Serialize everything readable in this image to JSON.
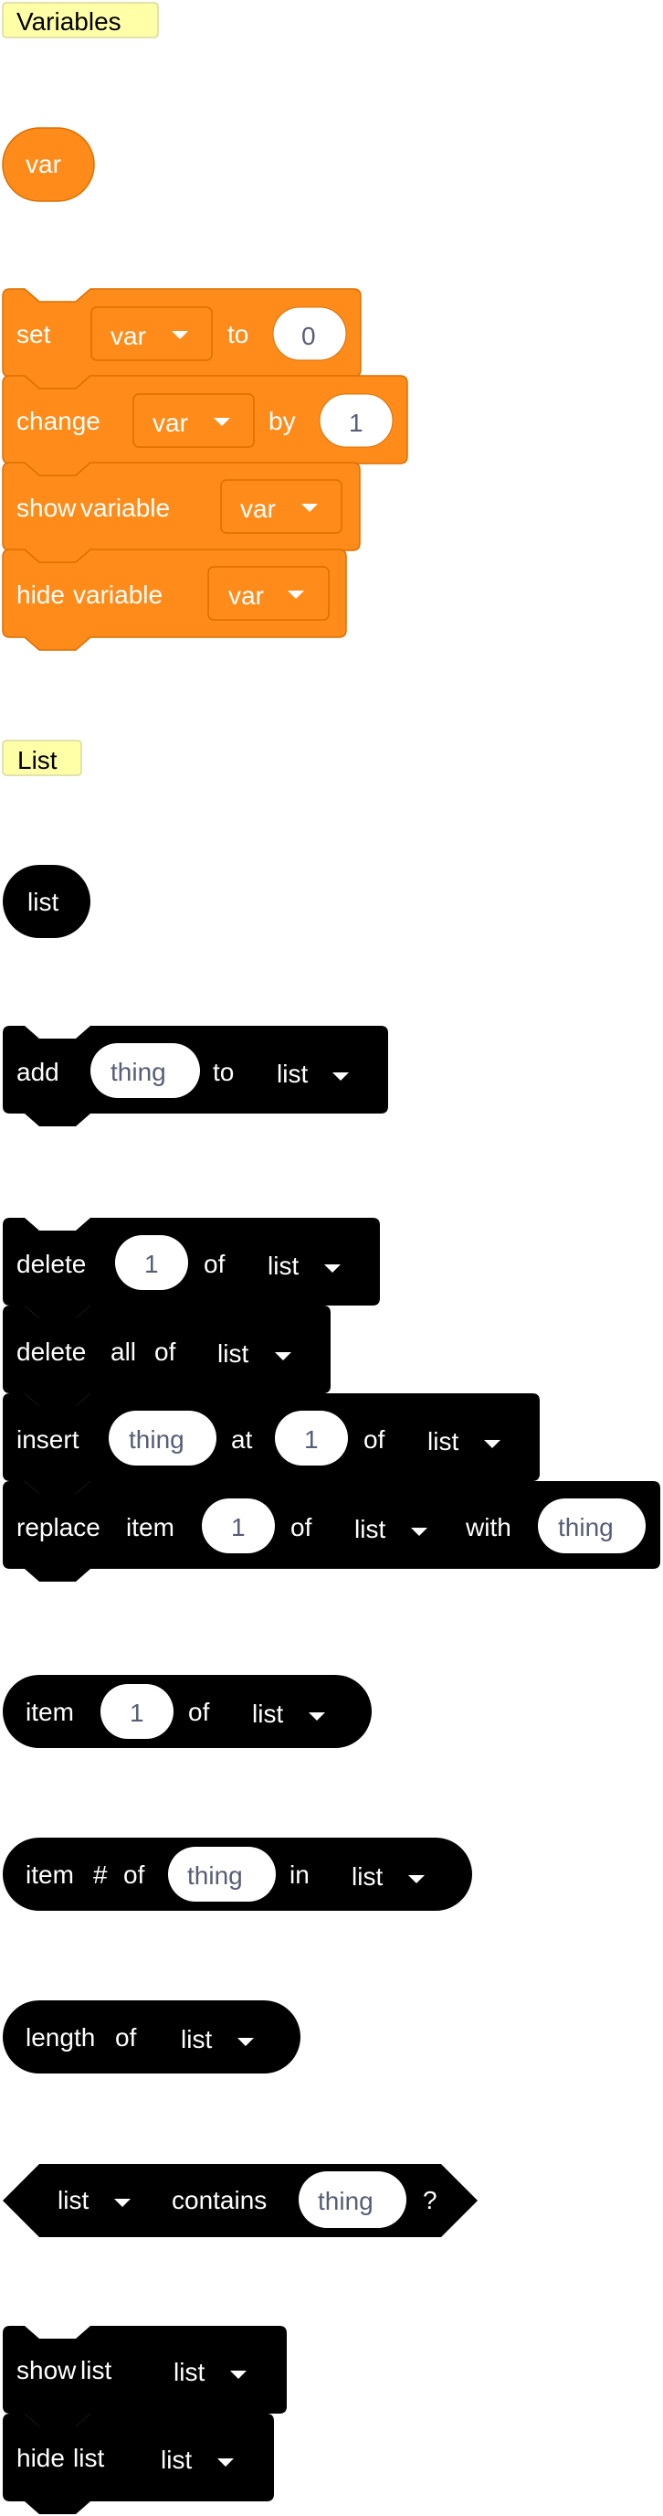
{
  "categories": {
    "variables": "Variables",
    "list": "List"
  },
  "colors": {
    "variables_block": "#ff8c1a",
    "variables_border": "#db6e00",
    "list_block": "#000000",
    "category_label_bg": "#ffffa8",
    "category_label_border": "#d8d8a0",
    "input_text": "#575e75"
  },
  "variables": {
    "reporter": {
      "label": "var"
    },
    "set": {
      "label": "set",
      "var": "var",
      "to": "to",
      "value": "0"
    },
    "change": {
      "label": "change",
      "var": "var",
      "by": "by",
      "value": "1"
    },
    "show": {
      "label1": "show",
      "label2": "variable",
      "var": "var"
    },
    "hide": {
      "label1": "hide",
      "label2": "variable",
      "var": "var"
    }
  },
  "list": {
    "reporter": {
      "label": "list"
    },
    "add": {
      "label": "add",
      "thing": "thing",
      "to": "to",
      "list": "list"
    },
    "delete": {
      "label": "delete",
      "index": "1",
      "of": "of",
      "list": "list"
    },
    "delete_all": {
      "label1": "delete",
      "label2": "all",
      "label3": "of",
      "list": "list"
    },
    "insert": {
      "label": "insert",
      "thing": "thing",
      "at": "at",
      "index": "1",
      "of": "of",
      "list": "list"
    },
    "replace": {
      "label1": "replace",
      "label2": "item",
      "index": "1",
      "of": "of",
      "list": "list",
      "with": "with",
      "thing": "thing"
    },
    "item": {
      "label": "item",
      "index": "1",
      "of": "of",
      "list": "list"
    },
    "item_num": {
      "label1": "item",
      "label2": "#",
      "label3": "of",
      "thing": "thing",
      "in": "in",
      "list": "list"
    },
    "length": {
      "label1": "length",
      "label2": "of",
      "list": "list"
    },
    "contains": {
      "list": "list",
      "label": "contains",
      "thing": "thing",
      "q": "?"
    },
    "show_list": {
      "label1": "show",
      "label2": "list",
      "list": "list"
    },
    "hide_list": {
      "label1": "hide",
      "label2": "list",
      "list": "list"
    }
  }
}
